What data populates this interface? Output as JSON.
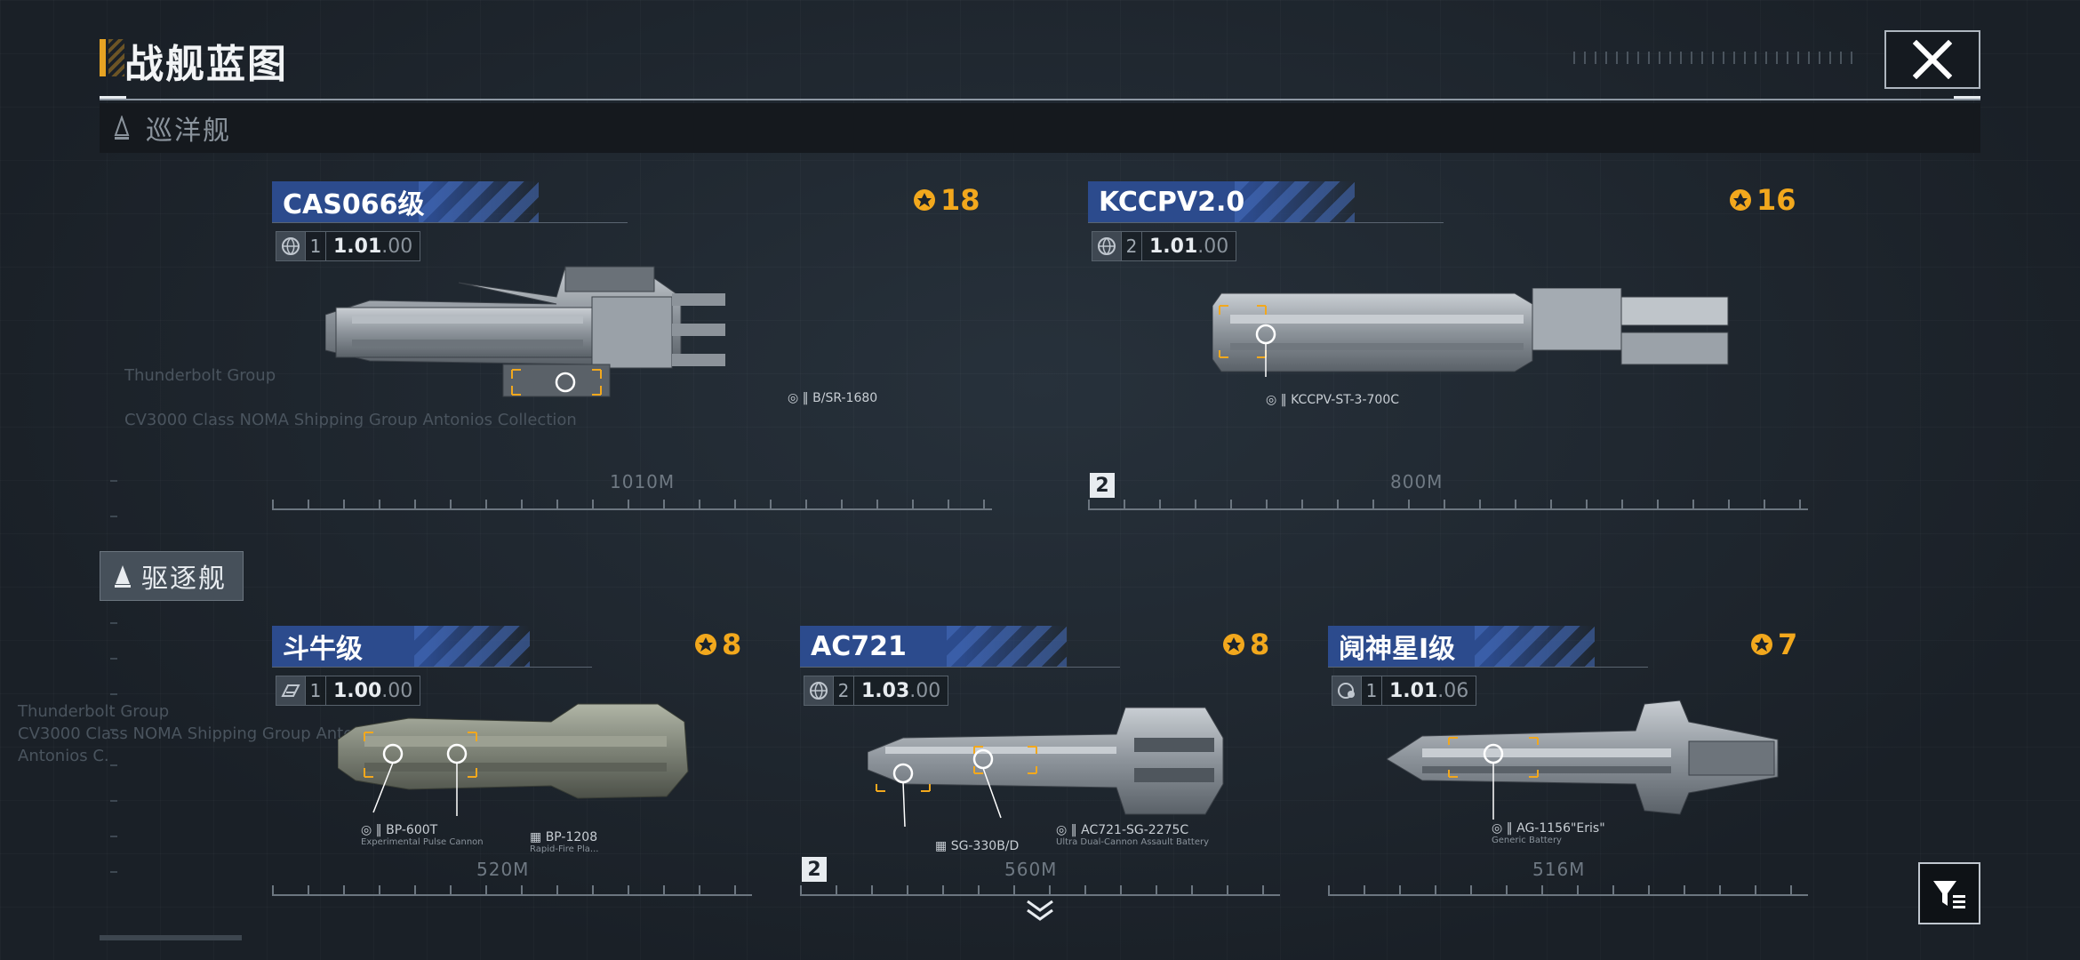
{
  "header": {
    "title": "战舰蓝图"
  },
  "categories": {
    "cruiser": "巡洋舰",
    "destroyer": "驱逐舰"
  },
  "colors": {
    "accent": "#e6a323",
    "plate": "#2c4b8d",
    "cost": "#f2a81d"
  },
  "icons": {
    "close": "close-icon",
    "filter": "filter-icon",
    "chevron": "chevron-down-icon",
    "cost": "fleet-badge-icon"
  },
  "ships": [
    {
      "name": "CAS066级",
      "cost": "18",
      "stat_icon": "globe-icon",
      "tier": "1",
      "version_main": "1.01",
      "version_frac": ".00",
      "length": "1010M",
      "weapons": [
        {
          "code": "B/SR-1680",
          "desc": ""
        }
      ],
      "badge": ""
    },
    {
      "name": "KCCPV2.0",
      "cost": "16",
      "stat_icon": "globe-icon",
      "tier": "2",
      "version_main": "1.01",
      "version_frac": ".00",
      "length": "800M",
      "weapons": [
        {
          "code": "KCCPV-ST-3-700C",
          "desc": ""
        }
      ],
      "badge": "2"
    },
    {
      "name": "斗牛级",
      "cost": "8",
      "stat_icon": "manufacturer-icon",
      "tier": "1",
      "version_main": "1.00",
      "version_frac": ".00",
      "length": "520M",
      "weapons": [
        {
          "code": "BP-600T",
          "desc": "Experimental Pulse Cannon"
        },
        {
          "code": "BP-1208",
          "desc": "Rapid-Fire Pla..."
        }
      ],
      "badge": ""
    },
    {
      "name": "AC721",
      "cost": "8",
      "stat_icon": "globe-icon",
      "tier": "2",
      "version_main": "1.03",
      "version_frac": ".00",
      "length": "560M",
      "weapons": [
        {
          "code": "SG-330B/D",
          "desc": ""
        },
        {
          "code": "AC721-SG-2275C",
          "desc": "Ultra Dual-Cannon Assault Battery"
        }
      ],
      "badge": "2"
    },
    {
      "name": "阋神星I级",
      "cost": "7",
      "stat_icon": "globe-gear-icon",
      "tier": "1",
      "version_main": "1.01",
      "version_frac": ".06",
      "length": "516M",
      "weapons": [
        {
          "code": "AG-1156\"Eris\"",
          "desc": "Generic Battery"
        }
      ],
      "badge": ""
    }
  ],
  "background_text": {
    "line1": "Thunderbolt Group",
    "line2": "CV3000 Class NOMA Shipping Group Antonios Collection",
    "line3": "Antonios C."
  }
}
